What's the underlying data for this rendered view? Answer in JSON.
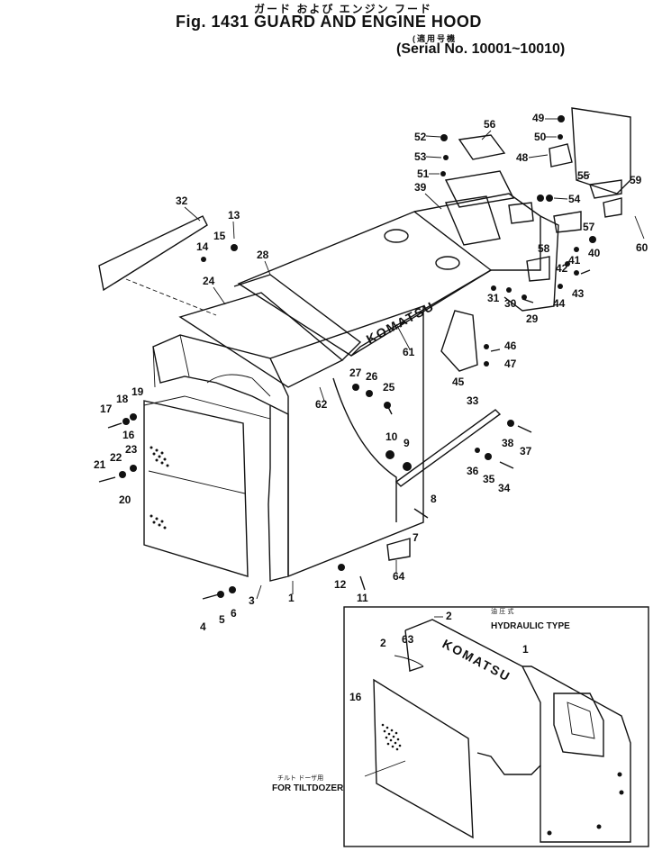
{
  "header": {
    "title_jp": "ガード および エンジン フード",
    "title": "Fig. 1431 GUARD AND ENGINE HOOD",
    "serial_jp": "(適用号機",
    "serial": "(Serial No. 10001~10010)"
  },
  "diagram": {
    "parts": [
      "1",
      "2",
      "3",
      "4",
      "5",
      "6",
      "7",
      "8",
      "9",
      "10",
      "11",
      "12",
      "13",
      "14",
      "15",
      "16",
      "17",
      "18",
      "19",
      "20",
      "21",
      "22",
      "23",
      "24",
      "25",
      "26",
      "27",
      "28",
      "29",
      "30",
      "31",
      "32",
      "33",
      "34",
      "35",
      "36",
      "37",
      "38",
      "39",
      "40",
      "41",
      "42",
      "43",
      "44",
      "45",
      "46",
      "47",
      "48",
      "49",
      "50",
      "51",
      "52",
      "53",
      "54",
      "55",
      "56",
      "57",
      "58",
      "59",
      "60",
      "61",
      "62",
      "63",
      "64"
    ],
    "brand_text": "KOMATSU",
    "inset": {
      "jp_label": "油 圧 式",
      "label": "HYDRAULIC TYPE",
      "parts": [
        "2",
        "63",
        "1",
        "16"
      ],
      "tiltdozer_jp": "チルト ドーザ用",
      "tiltdozer_label": "FOR TILTDOZER"
    }
  }
}
